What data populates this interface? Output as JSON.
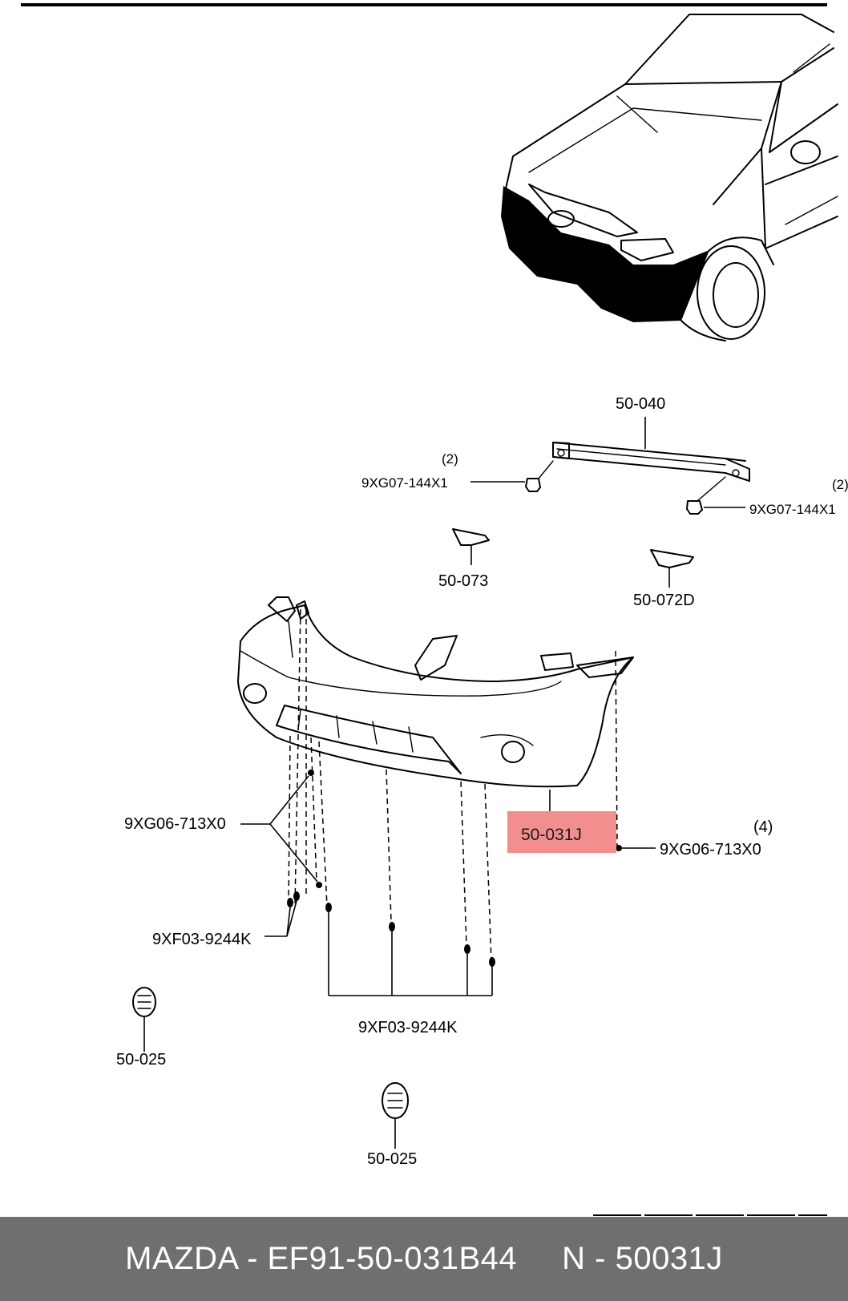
{
  "diagram": {
    "callouts": {
      "reinforcement": "50-040",
      "clip_left_qty": "(2)",
      "clip_left": "9XG07-144X1",
      "clip_right_qty": "(2)",
      "clip_right": "9XG07-144X1",
      "bracket_left": "50-073",
      "bracket_right": "50-072D",
      "bumper": "50-031J",
      "screw_right_qty": "(4)",
      "screw_right": "9XG06-713X0",
      "screw_left": "9XG06-713X0",
      "fastener_left": "9XF03-9244K",
      "fastener_bottom": "9XF03-9244K",
      "emblem_left": "50-025",
      "emblem_bottom": "50-025"
    },
    "highlight_color": "#f28e8e"
  },
  "footer": {
    "brand_part": "MAZDA - EF91-50-031B44",
    "ref_part": "N - 50031J"
  }
}
